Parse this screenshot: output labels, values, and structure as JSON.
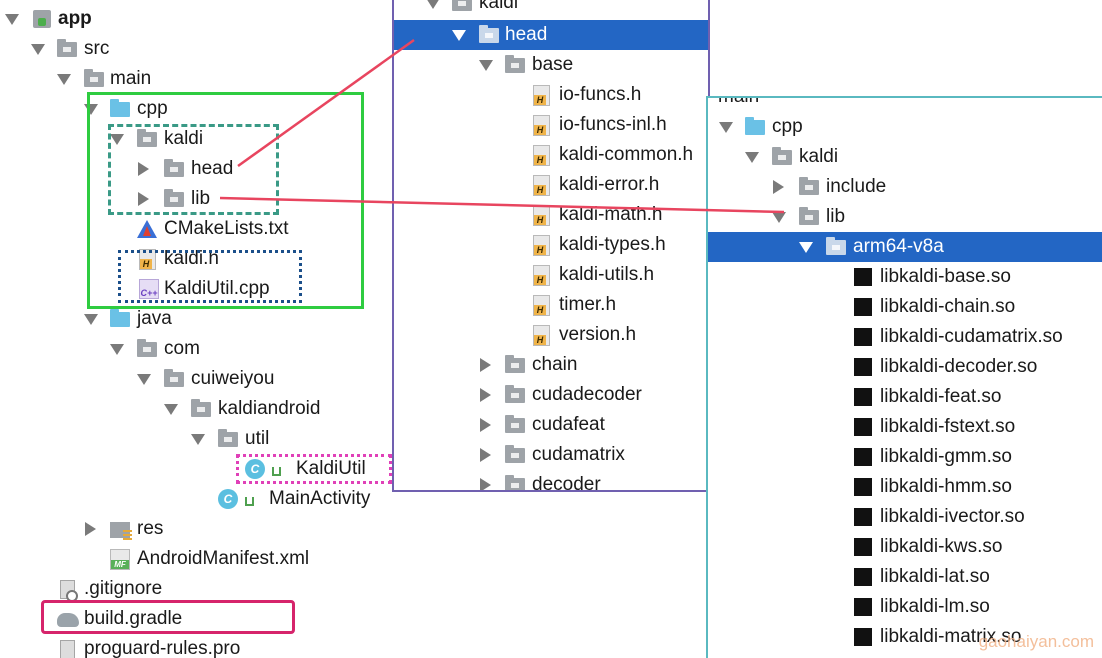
{
  "left_tree": [
    {
      "label": "app",
      "bold": true
    },
    {
      "label": "src"
    },
    {
      "label": "main"
    },
    {
      "label": "cpp"
    },
    {
      "label": "kaldi"
    },
    {
      "label": "head"
    },
    {
      "label": "lib"
    },
    {
      "label": "CMakeLists.txt"
    },
    {
      "label": "kaldi.h"
    },
    {
      "label": "KaldiUtil.cpp"
    },
    {
      "label": "java"
    },
    {
      "label": "com"
    },
    {
      "label": "cuiweiyou"
    },
    {
      "label": "kaldiandroid"
    },
    {
      "label": "util"
    },
    {
      "label": "KaldiUtil"
    },
    {
      "label": "MainActivity"
    },
    {
      "label": "res"
    },
    {
      "label": "AndroidManifest.xml"
    },
    {
      "label": ".gitignore"
    },
    {
      "label": "build.gradle"
    },
    {
      "label": "proguard-rules.pro"
    }
  ],
  "middle_tree": [
    {
      "label": "kaldi"
    },
    {
      "label": "head",
      "selected": true
    },
    {
      "label": "base"
    },
    {
      "label": "io-funcs.h"
    },
    {
      "label": "io-funcs-inl.h"
    },
    {
      "label": "kaldi-common.h"
    },
    {
      "label": "kaldi-error.h"
    },
    {
      "label": "kaldi-math.h"
    },
    {
      "label": "kaldi-types.h"
    },
    {
      "label": "kaldi-utils.h"
    },
    {
      "label": "timer.h"
    },
    {
      "label": "version.h"
    },
    {
      "label": "chain"
    },
    {
      "label": "cudadecoder"
    },
    {
      "label": "cudafeat"
    },
    {
      "label": "cudamatrix"
    },
    {
      "label": "decoder"
    }
  ],
  "right_tree": [
    {
      "label": "main"
    },
    {
      "label": "cpp"
    },
    {
      "label": "kaldi"
    },
    {
      "label": "include"
    },
    {
      "label": "lib"
    },
    {
      "label": "arm64-v8a",
      "selected": true
    },
    {
      "label": "libkaldi-base.so"
    },
    {
      "label": "libkaldi-chain.so"
    },
    {
      "label": "libkaldi-cudamatrix.so"
    },
    {
      "label": "libkaldi-decoder.so"
    },
    {
      "label": "libkaldi-feat.so"
    },
    {
      "label": "libkaldi-fstext.so"
    },
    {
      "label": "libkaldi-gmm.so"
    },
    {
      "label": "libkaldi-hmm.so"
    },
    {
      "label": "libkaldi-ivector.so"
    },
    {
      "label": "libkaldi-kws.so"
    },
    {
      "label": "libkaldi-lat.so"
    },
    {
      "label": "libkaldi-lm.so"
    },
    {
      "label": "libkaldi-matrix.so"
    }
  ],
  "watermark": "gaohaiyan.com",
  "colors": {
    "selection": "#2366c4",
    "green_box": "#2ecc40",
    "teal_dashed_box": "#3a9a86",
    "blue_dotted_box": "#1b4f8a",
    "pink_dotted_box": "#e040b8",
    "pink_solid_box": "#d6246b",
    "connector_line": "#e8455f",
    "middle_panel_border": "#7060b0",
    "right_panel_border": "#5ab9c0"
  }
}
